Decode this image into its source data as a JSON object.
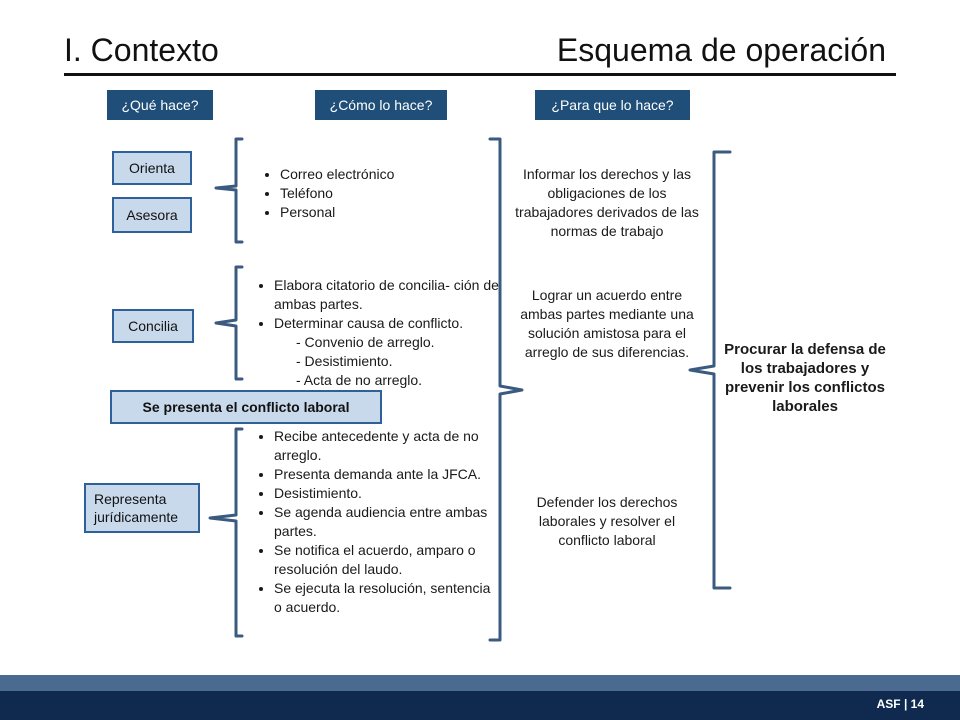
{
  "title_left": "I. Contexto",
  "title_right": "Esquema de operación",
  "headers": {
    "what": "¿Qué hace?",
    "how": "¿Cómo lo hace?",
    "why": "¿Para que lo hace?"
  },
  "actions": {
    "orienta": "Orienta",
    "asesora": "Asesora",
    "concilia": "Concilia",
    "conflicto": "Se presenta el conflicto laboral",
    "representa_1": "Representa",
    "representa_2": "jurídicamente"
  },
  "how_1": [
    "Correo electrónico",
    "Teléfono",
    "Personal"
  ],
  "how_2": [
    "Elabora citatorio de concilia- ción de ambas partes.",
    "Determinar causa de conflicto.",
    "- Convenio de arreglo.",
    "- Desistimiento.",
    "- Acta de no arreglo."
  ],
  "how_3": [
    "Recibe antecedente y acta de no arreglo.",
    "Presenta demanda ante la JFCA.",
    "Desistimiento.",
    "Se agenda audiencia entre ambas partes.",
    "Se notifica el acuerdo, amparo o resolución del laudo.",
    "Se ejecuta la resolución, sentencia o acuerdo."
  ],
  "purposes": [
    "Informar los derechos y las obligaciones de los trabajadores derivados de las normas de trabajo",
    "Lograr un acuerdo entre ambas partes mediante una solución amistosa para el arreglo de sus diferencias.",
    "Defender los derechos laborales y resolver el conflicto laboral"
  ],
  "goal": "Procurar la defensa de los trabajadores y prevenir los conflictos laborales",
  "footer": "ASF | 14"
}
